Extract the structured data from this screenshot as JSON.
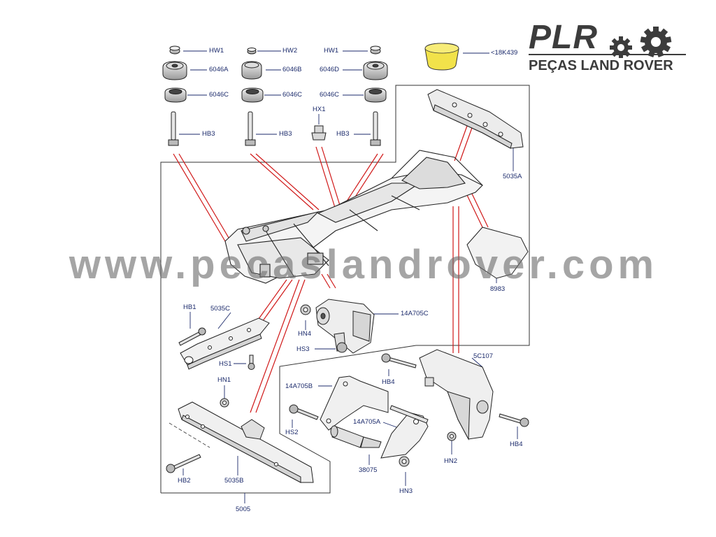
{
  "brand": {
    "logo_text": "PLR",
    "logo_subtitle": "PEÇAS LAND ROVER",
    "accent_color": "#f2e24a",
    "text_color": "#3c3c3c",
    "line_color": "#1b2a6b",
    "leader_color": "#d01818"
  },
  "watermark": "www.pecaslandrover.com",
  "icons": [
    "gear-icon",
    "gear-icon"
  ],
  "labels": {
    "hw1_left": "HW1",
    "hw2": "HW2",
    "hw1_right": "HW1",
    "p6046a": "6046A",
    "p6046b": "6046B",
    "p6046d": "6046D",
    "p6046c_1": "6046C",
    "p6046c_2": "6046C",
    "p6046c_3": "6046C",
    "hx1": "HX1",
    "hb3_1": "HB3",
    "hb3_2": "HB3",
    "hb3_3": "HB3",
    "p18k439": "<18K439",
    "p5035a": "5035A",
    "p8983": "8983",
    "hb1": "HB1",
    "p5035c": "5035C",
    "hs1": "HS1",
    "hn4": "HN4",
    "p14a705c": "14A705C",
    "hs3": "HS3",
    "hn1": "HN1",
    "hb2": "HB2",
    "p5035b": "5035B",
    "p5005": "5005",
    "hb4_1": "HB4",
    "p5c107": "5C107",
    "p14a705b": "14A705B",
    "hs2": "HS2",
    "p14a705a": "14A705A",
    "p38075": "38075",
    "hn3": "HN3",
    "hn2": "HN2",
    "hb4_2": "HB4"
  }
}
